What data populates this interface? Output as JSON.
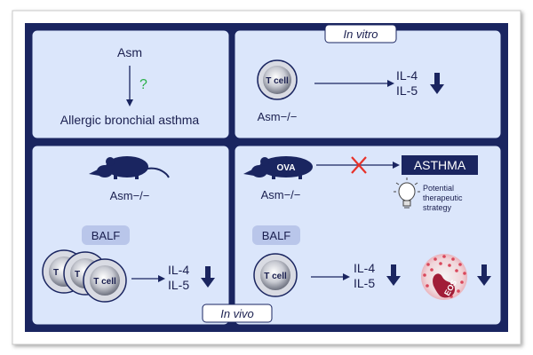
{
  "panels": {
    "top_left": {
      "top_label": "Asm",
      "question": "?",
      "bottom_label": "Allergic bronchial asthma"
    },
    "top_right": {
      "title": "In vitro",
      "cell_label": "T cell",
      "genotype": "Asm−/−",
      "cytokines": [
        "IL-4",
        "IL-5"
      ]
    },
    "bottom_left": {
      "genotype": "Asm−/−",
      "badge": "BALF",
      "cell_labels": [
        "T",
        "T",
        "T cell"
      ],
      "cytokines": [
        "IL-4",
        "IL-5"
      ]
    },
    "bottom_right": {
      "ova_label": "OVA",
      "genotype": "Asm−/−",
      "outcome": "ASTHMA",
      "strategy_lines": [
        "Potential",
        "therapeutic",
        "strategy"
      ],
      "badge": "BALF",
      "cell_label": "T cell",
      "cytokines": [
        "IL-4",
        "IL-5"
      ],
      "eos_label": "EOS"
    },
    "footer_label": "In vivo"
  },
  "colors": {
    "navy": "#1a2560",
    "panel_fill": "#dbe6fb",
    "panel_stroke": "#1a2560",
    "badge_fill": "#b9c6ea",
    "question_green": "#2bb04a",
    "cross_red": "#e8322a",
    "eos_red": "#c8283c"
  },
  "icons": [
    "mouse-icon",
    "lightbulb-icon",
    "down-arrow-icon",
    "cross-icon",
    "t-cell-icon",
    "eosinophil-icon"
  ]
}
